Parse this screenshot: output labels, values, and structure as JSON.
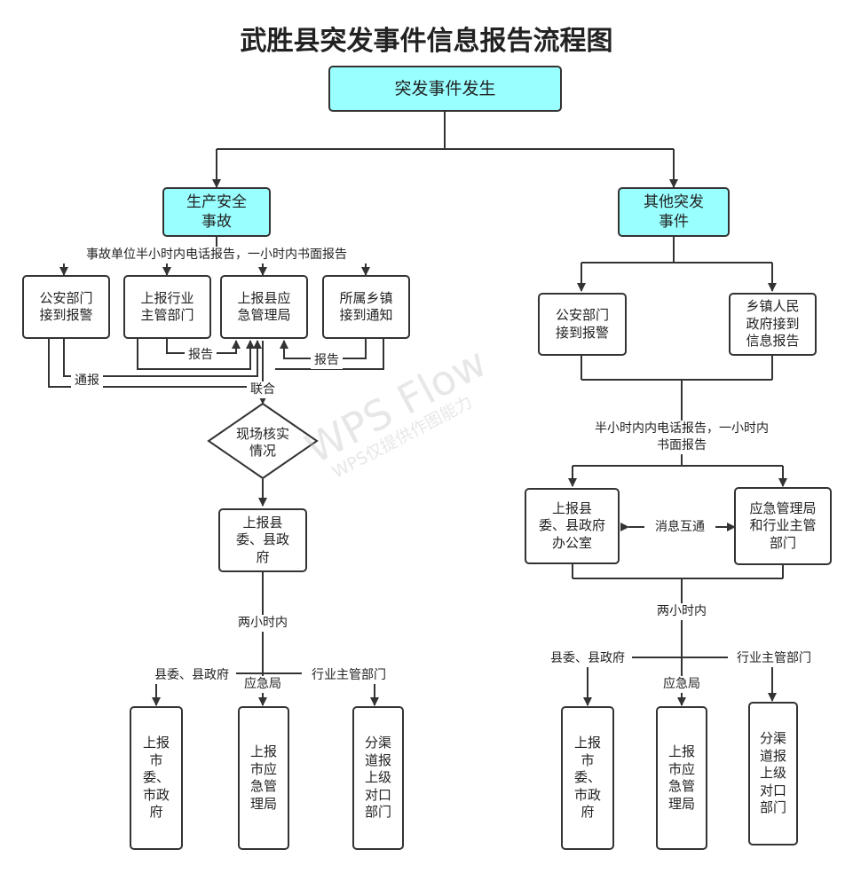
{
  "title": "武胜县突发事件信息报告流程图",
  "watermark": {
    "main": "WPS Flow",
    "sub": "WPS仅提供作图能力"
  },
  "nodes": {
    "start": "突发事件发生",
    "production_safety": "生产安全\n事故",
    "other_events": "其他突发\n事件",
    "police_left": "公安部门\n接到报警",
    "industry_dept": "上报行业\n主管部门",
    "county_emergency": "上报县应\n急管理局",
    "township_notified": "所属乡镇\n接到通知",
    "verify": "现场核实\n情况",
    "county_gov_left": "上报县\n委、县政\n府",
    "city_gov_left": "上报\n市\n委、\n市政\n府",
    "city_emergency_left": "上报\n市应\n急管\n理局",
    "channel_left": "分渠\n道报\n上级\n对口\n部门",
    "police_right": "公安部门\n接到报警",
    "township_gov": "乡镇人民\n政府接到\n信息报告",
    "county_office": "上报县\n委、县政府\n办公室",
    "emergency_industry": "应急管理局\n和行业主管\n部门",
    "city_gov_right": "上报\n市\n委、\n市政\n府",
    "city_emergency_right": "上报\n市应\n急管\n理局",
    "channel_right": "分渠\n道报\n上级\n对口\n部门"
  },
  "labels": {
    "accident_report": "事故单位半小时内电话报告，一小时内书面报告",
    "report_1": "报告",
    "report_2": "报告",
    "notify": "通报",
    "joint": "联合",
    "two_hours_left": "两小时内",
    "county_gov_left": "县委、县政府",
    "emergency_left": "应急局",
    "industry_left": "行业主管部门",
    "half_hour_right": "半小时内内电话报告，一小时内\n书面报告",
    "exchange": "消息互通",
    "two_hours_right": "两小时内",
    "county_gov_right": "县委、县政府",
    "emergency_right": "应急局",
    "industry_right": "行业主管部门"
  },
  "colors": {
    "highlight": "#99ffff",
    "line": "#333333"
  }
}
